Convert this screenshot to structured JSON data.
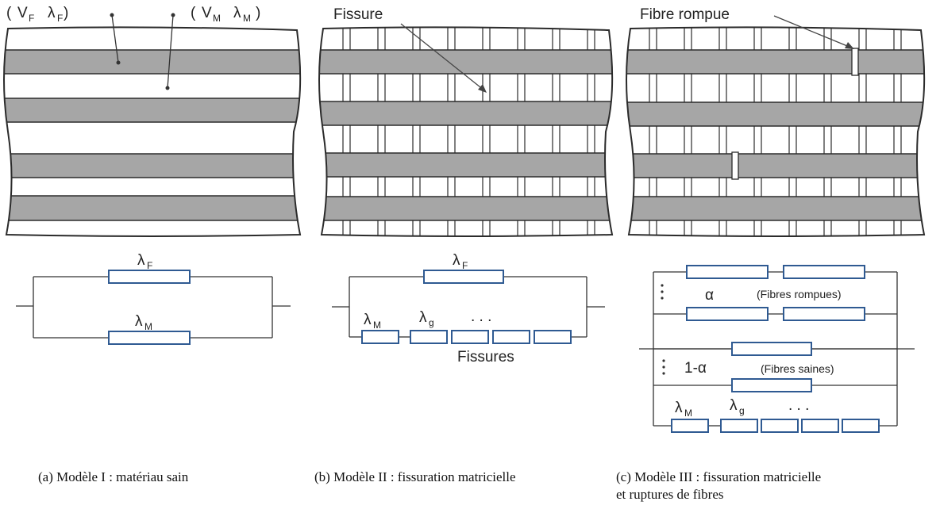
{
  "colors": {
    "fiber": "#a6a6a6",
    "outline": "#2b2b2b",
    "resistor": "#2f5a92",
    "background": "#ffffff"
  },
  "panel_a": {
    "label_vf": "V",
    "label_vf_sub": "F",
    "label_lf": "λ",
    "label_lf_sub": "F",
    "label_vm": "V",
    "label_vm_sub": "M",
    "label_lm": "λ",
    "label_lm_sub": "M",
    "circuit_top_label": "λ",
    "circuit_top_sub": "F",
    "circuit_bottom_label": "λ",
    "circuit_bottom_sub": "M",
    "caption": "(a)  Modèle I : matériau sain"
  },
  "panel_b": {
    "annotation": "Fissure",
    "circuit_top_label": "λ",
    "circuit_top_sub": "F",
    "lm_label": "λ",
    "lm_sub": "M",
    "lg_label": "λ",
    "lg_sub": "g",
    "dots": ". . .",
    "fissures_label": "Fissures",
    "caption": "(b)  Modèle II : fissuration matricielle"
  },
  "panel_c": {
    "annotation": "Fibre rompue",
    "alpha_label": "α",
    "broken_label": "(Fibres rompues)",
    "one_minus_alpha_label": "1-α",
    "healthy_label": "(Fibres saines)",
    "lm_label": "λ",
    "lm_sub": "M",
    "lg_label": "λ",
    "lg_sub": "g",
    "dots": ". . .",
    "caption_line1": "(c)  Modèle III : fissuration matricielle",
    "caption_line2": "et ruptures de fibres"
  }
}
